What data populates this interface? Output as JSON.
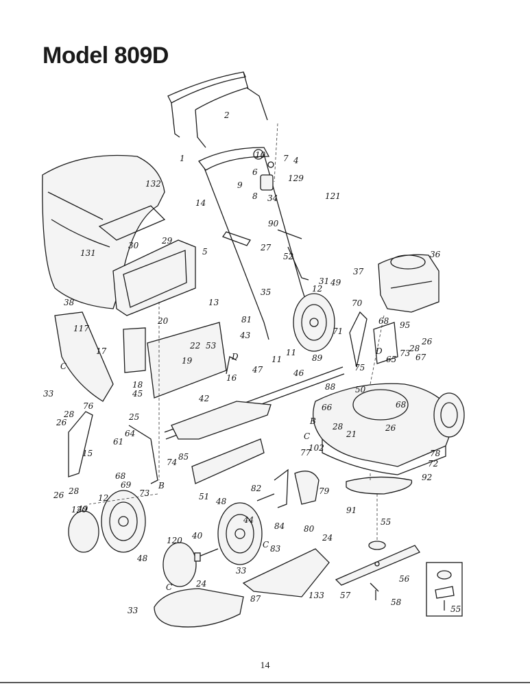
{
  "title": "Model 809D",
  "page_number": "14",
  "labels": [
    {
      "id": "l1",
      "text": "1"
    },
    {
      "id": "l2",
      "text": "2"
    },
    {
      "id": "l4",
      "text": "4"
    },
    {
      "id": "l5",
      "text": "5"
    },
    {
      "id": "l6",
      "text": "6"
    },
    {
      "id": "l7",
      "text": "7"
    },
    {
      "id": "l8",
      "text": "8"
    },
    {
      "id": "l9",
      "text": "9"
    },
    {
      "id": "l10",
      "text": "10"
    },
    {
      "id": "l11a",
      "text": "11"
    },
    {
      "id": "l11b",
      "text": "11"
    },
    {
      "id": "l12a",
      "text": "12"
    },
    {
      "id": "l12b",
      "text": "12"
    },
    {
      "id": "l13",
      "text": "13"
    },
    {
      "id": "l14",
      "text": "14"
    },
    {
      "id": "l15",
      "text": "15"
    },
    {
      "id": "l16",
      "text": "16"
    },
    {
      "id": "l17",
      "text": "17"
    },
    {
      "id": "l18",
      "text": "18"
    },
    {
      "id": "l19",
      "text": "19"
    },
    {
      "id": "l20",
      "text": "20"
    },
    {
      "id": "l21",
      "text": "21"
    },
    {
      "id": "l22",
      "text": "22"
    },
    {
      "id": "l24a",
      "text": "24"
    },
    {
      "id": "l24b",
      "text": "24"
    },
    {
      "id": "l25",
      "text": "25"
    },
    {
      "id": "l26a",
      "text": "26"
    },
    {
      "id": "l26b",
      "text": "26"
    },
    {
      "id": "l26c",
      "text": "26"
    },
    {
      "id": "l26d",
      "text": "26"
    },
    {
      "id": "l27",
      "text": "27"
    },
    {
      "id": "l28a",
      "text": "28"
    },
    {
      "id": "l28b",
      "text": "28"
    },
    {
      "id": "l28c",
      "text": "28"
    },
    {
      "id": "l28d",
      "text": "28"
    },
    {
      "id": "l29",
      "text": "29"
    },
    {
      "id": "l30",
      "text": "30"
    },
    {
      "id": "l31",
      "text": "31"
    },
    {
      "id": "l33a",
      "text": "33"
    },
    {
      "id": "l33b",
      "text": "33"
    },
    {
      "id": "l33c",
      "text": "33"
    },
    {
      "id": "l34",
      "text": "34"
    },
    {
      "id": "l35",
      "text": "35"
    },
    {
      "id": "l36",
      "text": "36"
    },
    {
      "id": "l37",
      "text": "37"
    },
    {
      "id": "l38",
      "text": "38"
    },
    {
      "id": "l40",
      "text": "40"
    },
    {
      "id": "l42",
      "text": "42"
    },
    {
      "id": "l43",
      "text": "43"
    },
    {
      "id": "l44",
      "text": "44"
    },
    {
      "id": "l45",
      "text": "45"
    },
    {
      "id": "l46",
      "text": "46"
    },
    {
      "id": "l47",
      "text": "47"
    },
    {
      "id": "l48a",
      "text": "48"
    },
    {
      "id": "l48b",
      "text": "48"
    },
    {
      "id": "l49a",
      "text": "49"
    },
    {
      "id": "l49b",
      "text": "49"
    },
    {
      "id": "l50",
      "text": "50"
    },
    {
      "id": "l51",
      "text": "51"
    },
    {
      "id": "l52",
      "text": "52"
    },
    {
      "id": "l53",
      "text": "53"
    },
    {
      "id": "l55a",
      "text": "55"
    },
    {
      "id": "l55b",
      "text": "55"
    },
    {
      "id": "l56",
      "text": "56"
    },
    {
      "id": "l57",
      "text": "57"
    },
    {
      "id": "l58",
      "text": "58"
    },
    {
      "id": "l61",
      "text": "61"
    },
    {
      "id": "l64",
      "text": "64"
    },
    {
      "id": "l65",
      "text": "65"
    },
    {
      "id": "l66",
      "text": "66"
    },
    {
      "id": "l67",
      "text": "67"
    },
    {
      "id": "l68a",
      "text": "68"
    },
    {
      "id": "l68b",
      "text": "68"
    },
    {
      "id": "l68c",
      "text": "68"
    },
    {
      "id": "l69",
      "text": "69"
    },
    {
      "id": "l70",
      "text": "70"
    },
    {
      "id": "l71",
      "text": "71"
    },
    {
      "id": "l72",
      "text": "72"
    },
    {
      "id": "l73a",
      "text": "73"
    },
    {
      "id": "l73b",
      "text": "73"
    },
    {
      "id": "l74",
      "text": "74"
    },
    {
      "id": "l75",
      "text": "75"
    },
    {
      "id": "l76",
      "text": "76"
    },
    {
      "id": "l77",
      "text": "77"
    },
    {
      "id": "l78",
      "text": "78"
    },
    {
      "id": "l79",
      "text": "79"
    },
    {
      "id": "l80",
      "text": "80"
    },
    {
      "id": "l81",
      "text": "81"
    },
    {
      "id": "l82",
      "text": "82"
    },
    {
      "id": "l83",
      "text": "83"
    },
    {
      "id": "l84",
      "text": "84"
    },
    {
      "id": "l85",
      "text": "85"
    },
    {
      "id": "l87",
      "text": "87"
    },
    {
      "id": "l88",
      "text": "88"
    },
    {
      "id": "l89",
      "text": "89"
    },
    {
      "id": "l90",
      "text": "90"
    },
    {
      "id": "l91",
      "text": "91"
    },
    {
      "id": "l92",
      "text": "92"
    },
    {
      "id": "l95",
      "text": "95"
    },
    {
      "id": "l102",
      "text": "102"
    },
    {
      "id": "l117",
      "text": "117"
    },
    {
      "id": "l120a",
      "text": "120"
    },
    {
      "id": "l120b",
      "text": "120"
    },
    {
      "id": "l121",
      "text": "121"
    },
    {
      "id": "l129",
      "text": "129"
    },
    {
      "id": "l131",
      "text": "131"
    },
    {
      "id": "l132",
      "text": "132"
    },
    {
      "id": "l133",
      "text": "133"
    },
    {
      "id": "lBa",
      "text": "B"
    },
    {
      "id": "lBb",
      "text": "B"
    },
    {
      "id": "lCa",
      "text": "C"
    },
    {
      "id": "lCb",
      "text": "C"
    },
    {
      "id": "lCc",
      "text": "C"
    },
    {
      "id": "lCd",
      "text": "C"
    },
    {
      "id": "lDa",
      "text": "D"
    },
    {
      "id": "lDb",
      "text": "D"
    }
  ]
}
